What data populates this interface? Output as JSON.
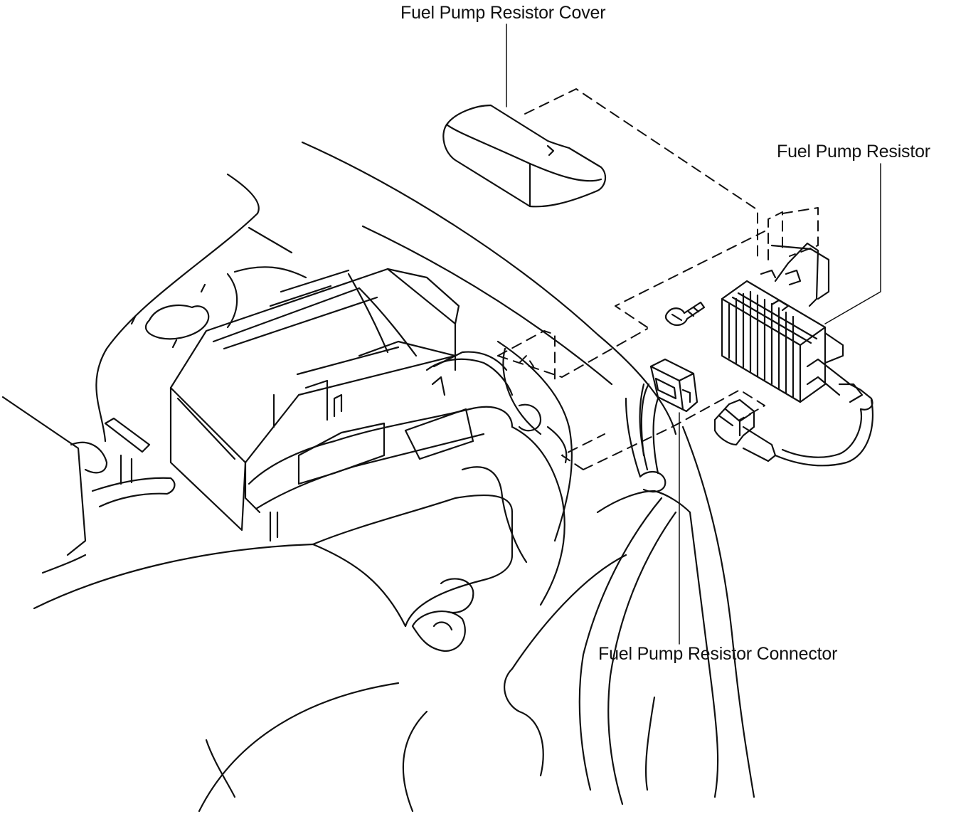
{
  "labels": {
    "cover": "Fuel Pump Resistor Cover",
    "resistor": "Fuel Pump Resistor",
    "connector": "Fuel Pump Resistor Connector"
  },
  "colors": {
    "ink": "#111111",
    "background": "#ffffff"
  }
}
